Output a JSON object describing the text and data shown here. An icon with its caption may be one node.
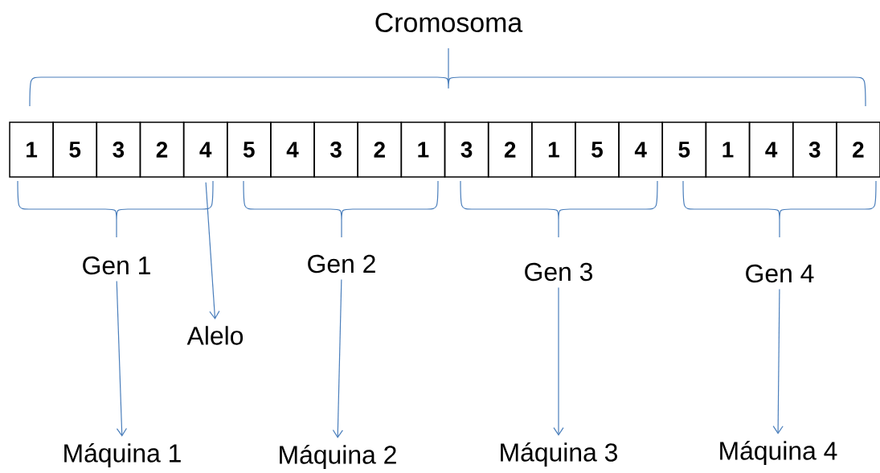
{
  "diagram": {
    "nodes": [
      {
        "text": [
          "1"
        ]
      },
      {
        "text": [
          "5"
        ]
      },
      {
        "text": [
          "3"
        ]
      },
      {
        "text": [
          "2"
        ]
      },
      {
        "text": [
          "4"
        ]
      },
      {
        "text": [
          "5"
        ]
      },
      {
        "text": [
          "4"
        ]
      },
      {
        "text": [
          "3"
        ]
      },
      {
        "text": [
          "2"
        ]
      },
      {
        "text": [
          "1"
        ]
      },
      {
        "text": [
          "3"
        ]
      },
      {
        "text": [
          "2"
        ]
      },
      {
        "text": [
          "1"
        ]
      },
      {
        "text": [
          "5"
        ]
      },
      {
        "text": [
          "4"
        ]
      },
      {
        "text": [
          "5"
        ]
      },
      {
        "text": [
          "1"
        ]
      },
      {
        "text": [
          "4"
        ]
      },
      {
        "text": [
          "3"
        ]
      },
      {
        "text": [
          "2"
        ]
      },
      {
        "text": [
          "Gen 1"
        ]
      },
      {
        "text": [
          "Gen 2"
        ]
      },
      {
        "text": [
          "Gen 3"
        ]
      },
      {
        "text": [
          "Gen 4"
        ]
      },
      {
        "text": [
          "Alelo"
        ]
      },
      {
        "text": [
          "Máquina 1"
        ]
      },
      {
        "text": [
          "Máquina 2"
        ]
      },
      {
        "text": [
          "Máquina 3"
        ]
      },
      {
        "text": [
          "Máquina 4"
        ]
      }
    ],
    "edges": [
      {
        "from": 4,
        "to": 24,
        "arrow": "to"
      },
      {
        "from": 20,
        "to": 25,
        "arrow": "to"
      },
      {
        "from": 21,
        "to": 26,
        "arrow": "to"
      },
      {
        "from": 22,
        "to": 27,
        "arrow": "to"
      },
      {
        "from": 23,
        "to": 28,
        "arrow": "to"
      }
    ],
    "labels": [
      "Cromosoma"
    ]
  }
}
